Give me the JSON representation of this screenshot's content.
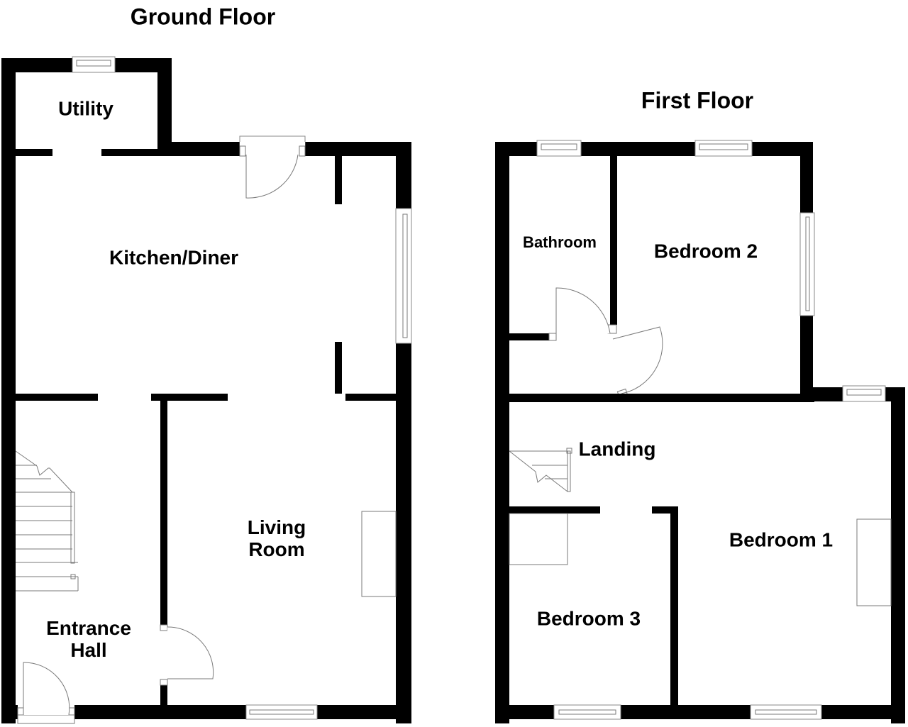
{
  "ground_floor": {
    "title": "Ground Floor",
    "rooms": {
      "utility": "Utility",
      "kitchen_diner": "Kitchen/Diner",
      "living_room_line1": "Living",
      "living_room_line2": "Room",
      "entrance_hall_line1": "Entrance",
      "entrance_hall_line2": "Hall"
    }
  },
  "first_floor": {
    "title": "First Floor",
    "rooms": {
      "bathroom": "Bathroom",
      "bedroom_2": "Bedroom 2",
      "landing": "Landing",
      "bedroom_1": "Bedroom 1",
      "bedroom_3": "Bedroom 3"
    }
  },
  "colors": {
    "wall": "#000000",
    "background": "#ffffff",
    "fixture_line": "#7a7a7a"
  }
}
